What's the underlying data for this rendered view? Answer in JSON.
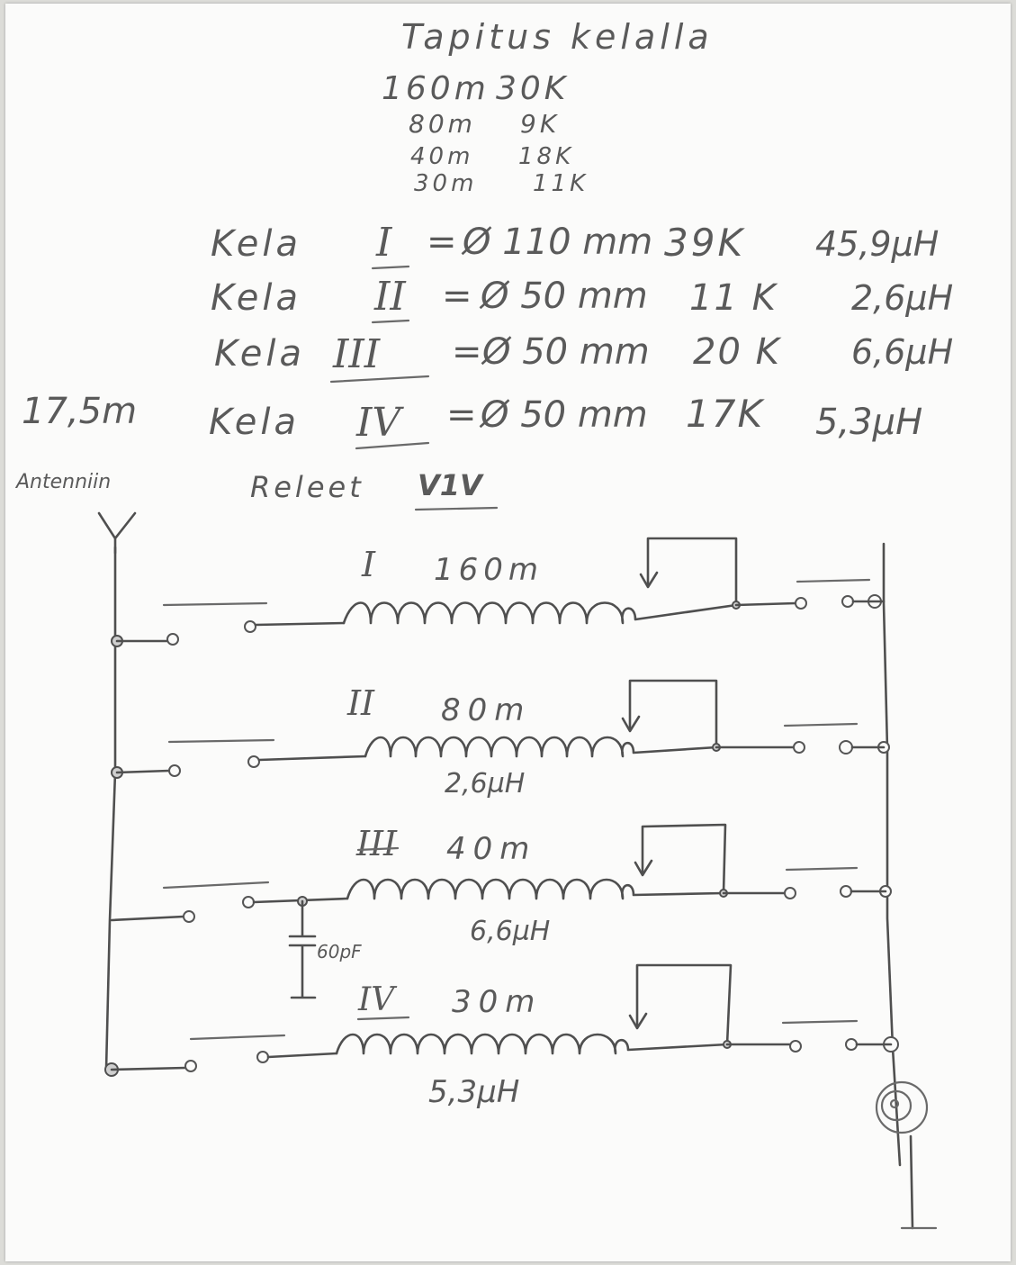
{
  "title": "Tapitus kelalla",
  "taps": [
    {
      "band": "160m",
      "turns": "30K"
    },
    {
      "band": "80m",
      "turns": "9K"
    },
    {
      "band": "40m",
      "turns": "18K"
    },
    {
      "band": "30m",
      "turns": "11K"
    }
  ],
  "coils": [
    {
      "name": "Kela",
      "numeral": "I",
      "eq": "=",
      "diameter": "Ø 110 mm",
      "turns": "39K",
      "inductance": "45,9µH"
    },
    {
      "name": "Kela",
      "numeral": "II",
      "eq": "=",
      "diameter": "Ø 50 mm",
      "turns": "11 K",
      "inductance": "2,6µH"
    },
    {
      "name": "Kela",
      "numeral": "III",
      "eq": "=",
      "diameter": "Ø 50 mm",
      "turns": "20 K",
      "inductance": "6,6µH"
    },
    {
      "name": "Kela",
      "numeral": "IV",
      "eq": "=",
      "diameter": "Ø 50 mm",
      "turns": "17K",
      "inductance": "5,3µH"
    }
  ],
  "antenna_length": "17,5m",
  "antenna_label": "Antenniin",
  "relays_label": "Releet",
  "relays_value": "V1V",
  "schematic": {
    "branches": [
      {
        "numeral": "I",
        "band": "160m",
        "inductance": ""
      },
      {
        "numeral": "II",
        "band": "80m",
        "inductance": "2,6µH"
      },
      {
        "numeral": "III",
        "band": "40m",
        "inductance": "6,6µH"
      },
      {
        "numeral": "IV",
        "band": "30m",
        "inductance": "5,3µH"
      }
    ],
    "capacitor": "60pF"
  }
}
